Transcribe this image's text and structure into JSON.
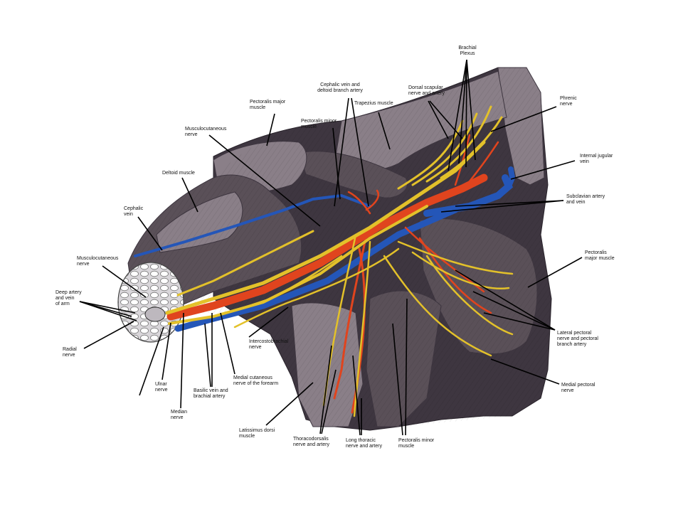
{
  "labels": {
    "brachial_plexus": "Brachial\nPlexus",
    "cephalic_vein_deltoid": "Cephalic vein and\ndeltoid branch artery",
    "dorsal_scapular": "Dorsal scapular\nnerve and artery",
    "phrenic": "Phrenic\nnerve",
    "pectoralis_major_top": "Pectoralis major\nmuscle",
    "pectoralis_minor_top": "Pectoralis minor\nmuscle",
    "trapezius": "Trapezius muscle",
    "musculocutaneous_top": "Musculocutaneous\nnerve",
    "internal_jugular": "Internal jugular\nvein",
    "deltoid": "Deltoid muscle",
    "subclavian": "Subclavian artery\nand vein",
    "cephalic_vein": "Cephalic\nvein",
    "pectoralis_major_right": "Pectoralis\nmajor muscle",
    "musculocutaneous_left": "Musculocutaneous\nnerve",
    "deep_artery": "Deep artery\nand vein\nof arm",
    "intercostobrachial": "Intercostobrachial\nnerve",
    "lateral_pectoral": "Lateral pectoral\nnerve and pectoral\nbranch artery",
    "radial": "Radial\nnerve",
    "medial_cutaneous": "Medial cutaneous\nnerve of the forearm",
    "medial_pectoral": "Medial pectoral\nnerve",
    "ulnar": "Ulnar\nnerve",
    "basilic": "Basilic vein and\nbrachial artery",
    "median": "Median\nnerve",
    "latissimus": "Latissimus dorsi\nmuscle",
    "thoracodorsalis": "Thoracodorsalis\nnerve and artery",
    "long_thoracic": "Long thoracic\nnerve and artery",
    "pectoralis_minor_bottom": "Pectoralis minor\nmuscle"
  },
  "colors": {
    "background": "#ffffff",
    "muscle": "#5a5058",
    "muscle_dark": "#3e3640",
    "muscle_light": "#8a7f88",
    "nerve": "#e3c12a",
    "artery": "#e0441e",
    "vein": "#2456b8",
    "leader": "#000000"
  }
}
